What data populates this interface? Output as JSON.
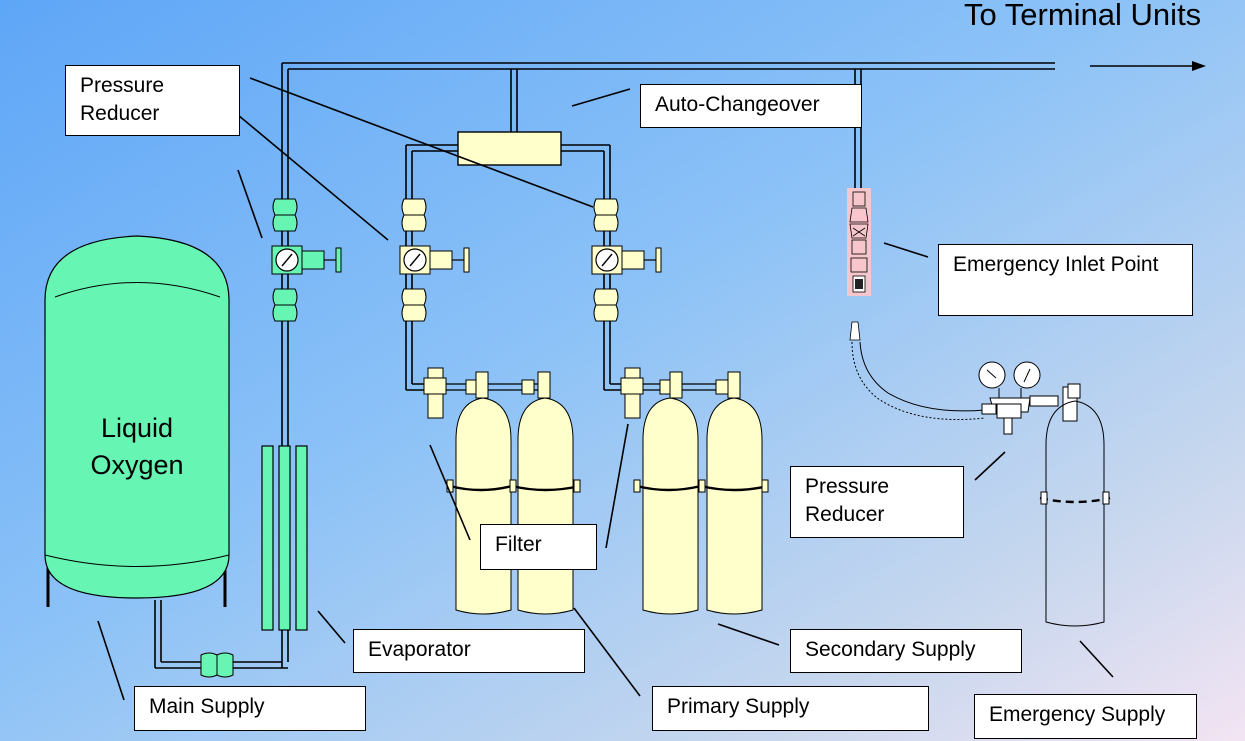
{
  "title": "To Terminal Units",
  "tank_label": "Liquid\nOxygen",
  "labels": {
    "pressure_reducer_top": "Pressure\nReducer",
    "auto_changeover": "Auto-Changeover",
    "emergency_inlet": "Emergency Inlet Point",
    "pressure_reducer_right": "Pressure\nReducer",
    "filter": "Filter",
    "evaporator": "Evaporator",
    "secondary_supply": "Secondary Supply",
    "main_supply": "Main Supply",
    "primary_supply": "Primary Supply",
    "emergency_supply": "Emergency Supply"
  },
  "colors": {
    "bg_start": "#5ea6f7",
    "bg_mid": "#8cc2f7",
    "bg_end": "#f3e4f3",
    "tank_green": "#66f5b3",
    "cylinder_yellow": "#ffffcc",
    "pipe": "#000000"
  }
}
